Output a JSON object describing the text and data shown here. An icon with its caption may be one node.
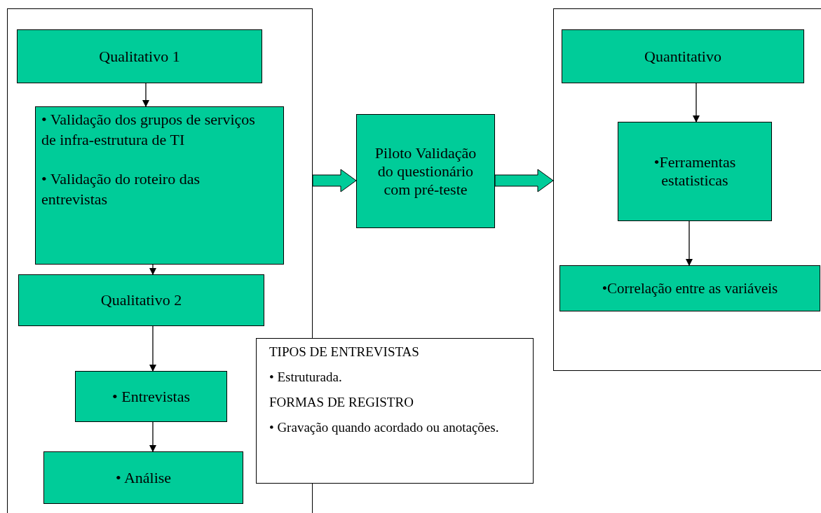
{
  "diagram": {
    "nodes": [
      {
        "text": [],
        "shape": "box"
      },
      {
        "text": [
          "Qualitativo 1"
        ],
        "in": 0
      },
      {
        "text": [
          "• Validação dos grupos de serviços de infra-estrutura de TI",
          "• Validação do roteiro das entrevistas"
        ],
        "in": 0
      },
      {
        "text": [
          "Qualitativo 2"
        ],
        "in": 0
      },
      {
        "text": [
          "• Entrevistas"
        ],
        "in": 0
      },
      {
        "text": [
          "• Análise"
        ],
        "in": 0
      },
      {
        "text": [
          "TIPOS DE ENTREVISTAS",
          "• Estruturada.",
          "FORMAS DE REGISTRO",
          "• Gravação quando acordado ou anotações."
        ]
      },
      {
        "text": [
          "Piloto Validação do questionário com pré-teste"
        ]
      },
      {
        "text": [],
        "shape": "box"
      },
      {
        "text": [
          "Quantitativo"
        ],
        "in": 8
      },
      {
        "text": [
          "•Ferramentas estatisticas"
        ],
        "in": 8
      },
      {
        "text": [
          "•Correlação entre as variáveis"
        ],
        "in": 8
      }
    ],
    "edges": [
      {
        "from": 1,
        "to": 2,
        "arrow": "to"
      },
      {
        "from": 2,
        "to": 3,
        "arrow": "to"
      },
      {
        "from": 3,
        "to": 4,
        "arrow": "to"
      },
      {
        "from": 4,
        "to": 5,
        "arrow": "to"
      },
      {
        "from": 0,
        "to": 7,
        "arrow": "to",
        "style": "thick",
        "color": "#00cc99"
      },
      {
        "from": 7,
        "to": 8,
        "arrow": "to",
        "style": "thick",
        "color": "#00cc99"
      },
      {
        "from": 9,
        "to": 10,
        "arrow": "to"
      },
      {
        "from": 10,
        "to": 11,
        "arrow": "to"
      }
    ]
  }
}
